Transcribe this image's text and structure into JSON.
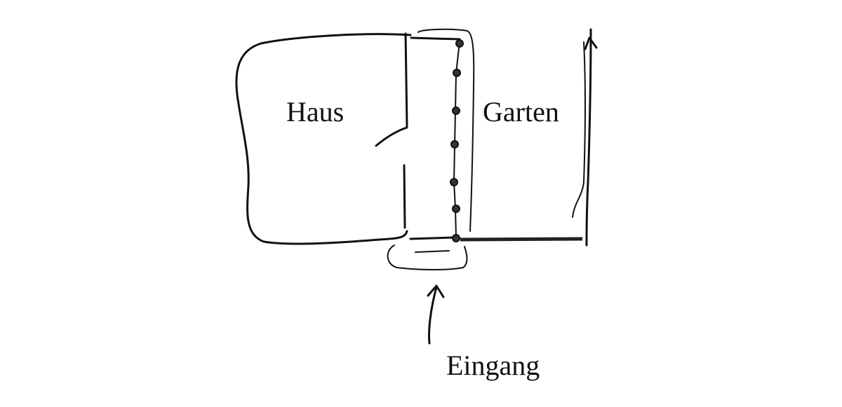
{
  "labels": {
    "house": "Haus",
    "garden": "Garten",
    "entrance": "Eingang"
  },
  "colors": {
    "ink": "#111111",
    "background": "#ffffff"
  }
}
